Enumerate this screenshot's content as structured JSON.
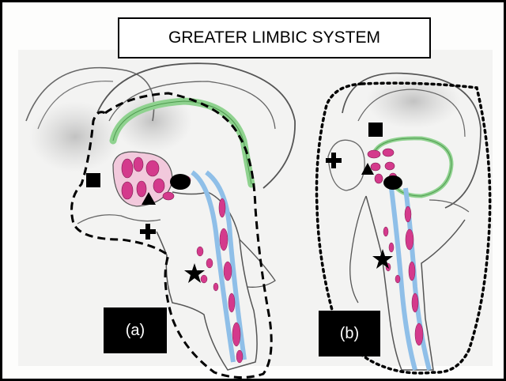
{
  "title": "GREATER LIMBIC SYSTEM",
  "panels": [
    {
      "label": "(a)"
    },
    {
      "label": "(b)"
    }
  ],
  "marker_symbols": [
    "square",
    "triangle",
    "oval",
    "cross",
    "star"
  ],
  "colors": {
    "fornix_green": "#8fd28f",
    "nuclei_magenta": "#d43a8c",
    "tract_blue": "#8fbfe8",
    "pencil_outline": "#555555",
    "boundary": "#000000"
  }
}
